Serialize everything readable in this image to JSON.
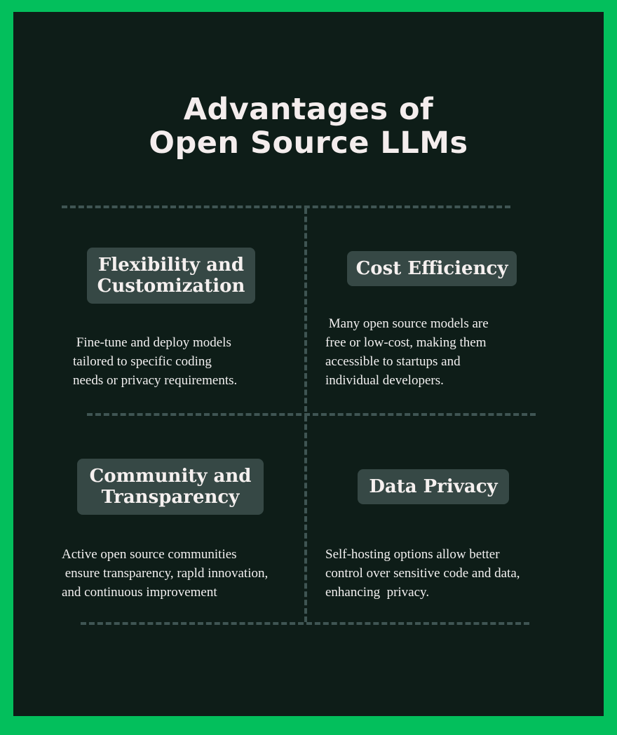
{
  "title": {
    "line1": "Advantages of",
    "line2": "Open Source LLMs"
  },
  "cards": [
    {
      "heading": "Flexibility and\nCustomization",
      "body": " Fine-tune and deploy models\ntailored to specific coding\nneeds or privacy requirements."
    },
    {
      "heading": "Cost Efficiency",
      "body": " Many open source models are\nfree or low-cost, making them\naccessible to startups and\nindividual developers."
    },
    {
      "heading": "Community and\n Transparency",
      "body": "Active open source communities\n ensure transparency, rapld innovation,\nand continuous improvement"
    },
    {
      "heading": "Data Privacy",
      "body": "Self-hosting options allow better\ncontrol over sensitive code and data,\nenhancing  privacy."
    }
  ],
  "colors": {
    "border": "#03bf5c",
    "background": "#0e1d18",
    "pill": "#364845",
    "divider": "#3f5553",
    "text": "#f4eded"
  }
}
